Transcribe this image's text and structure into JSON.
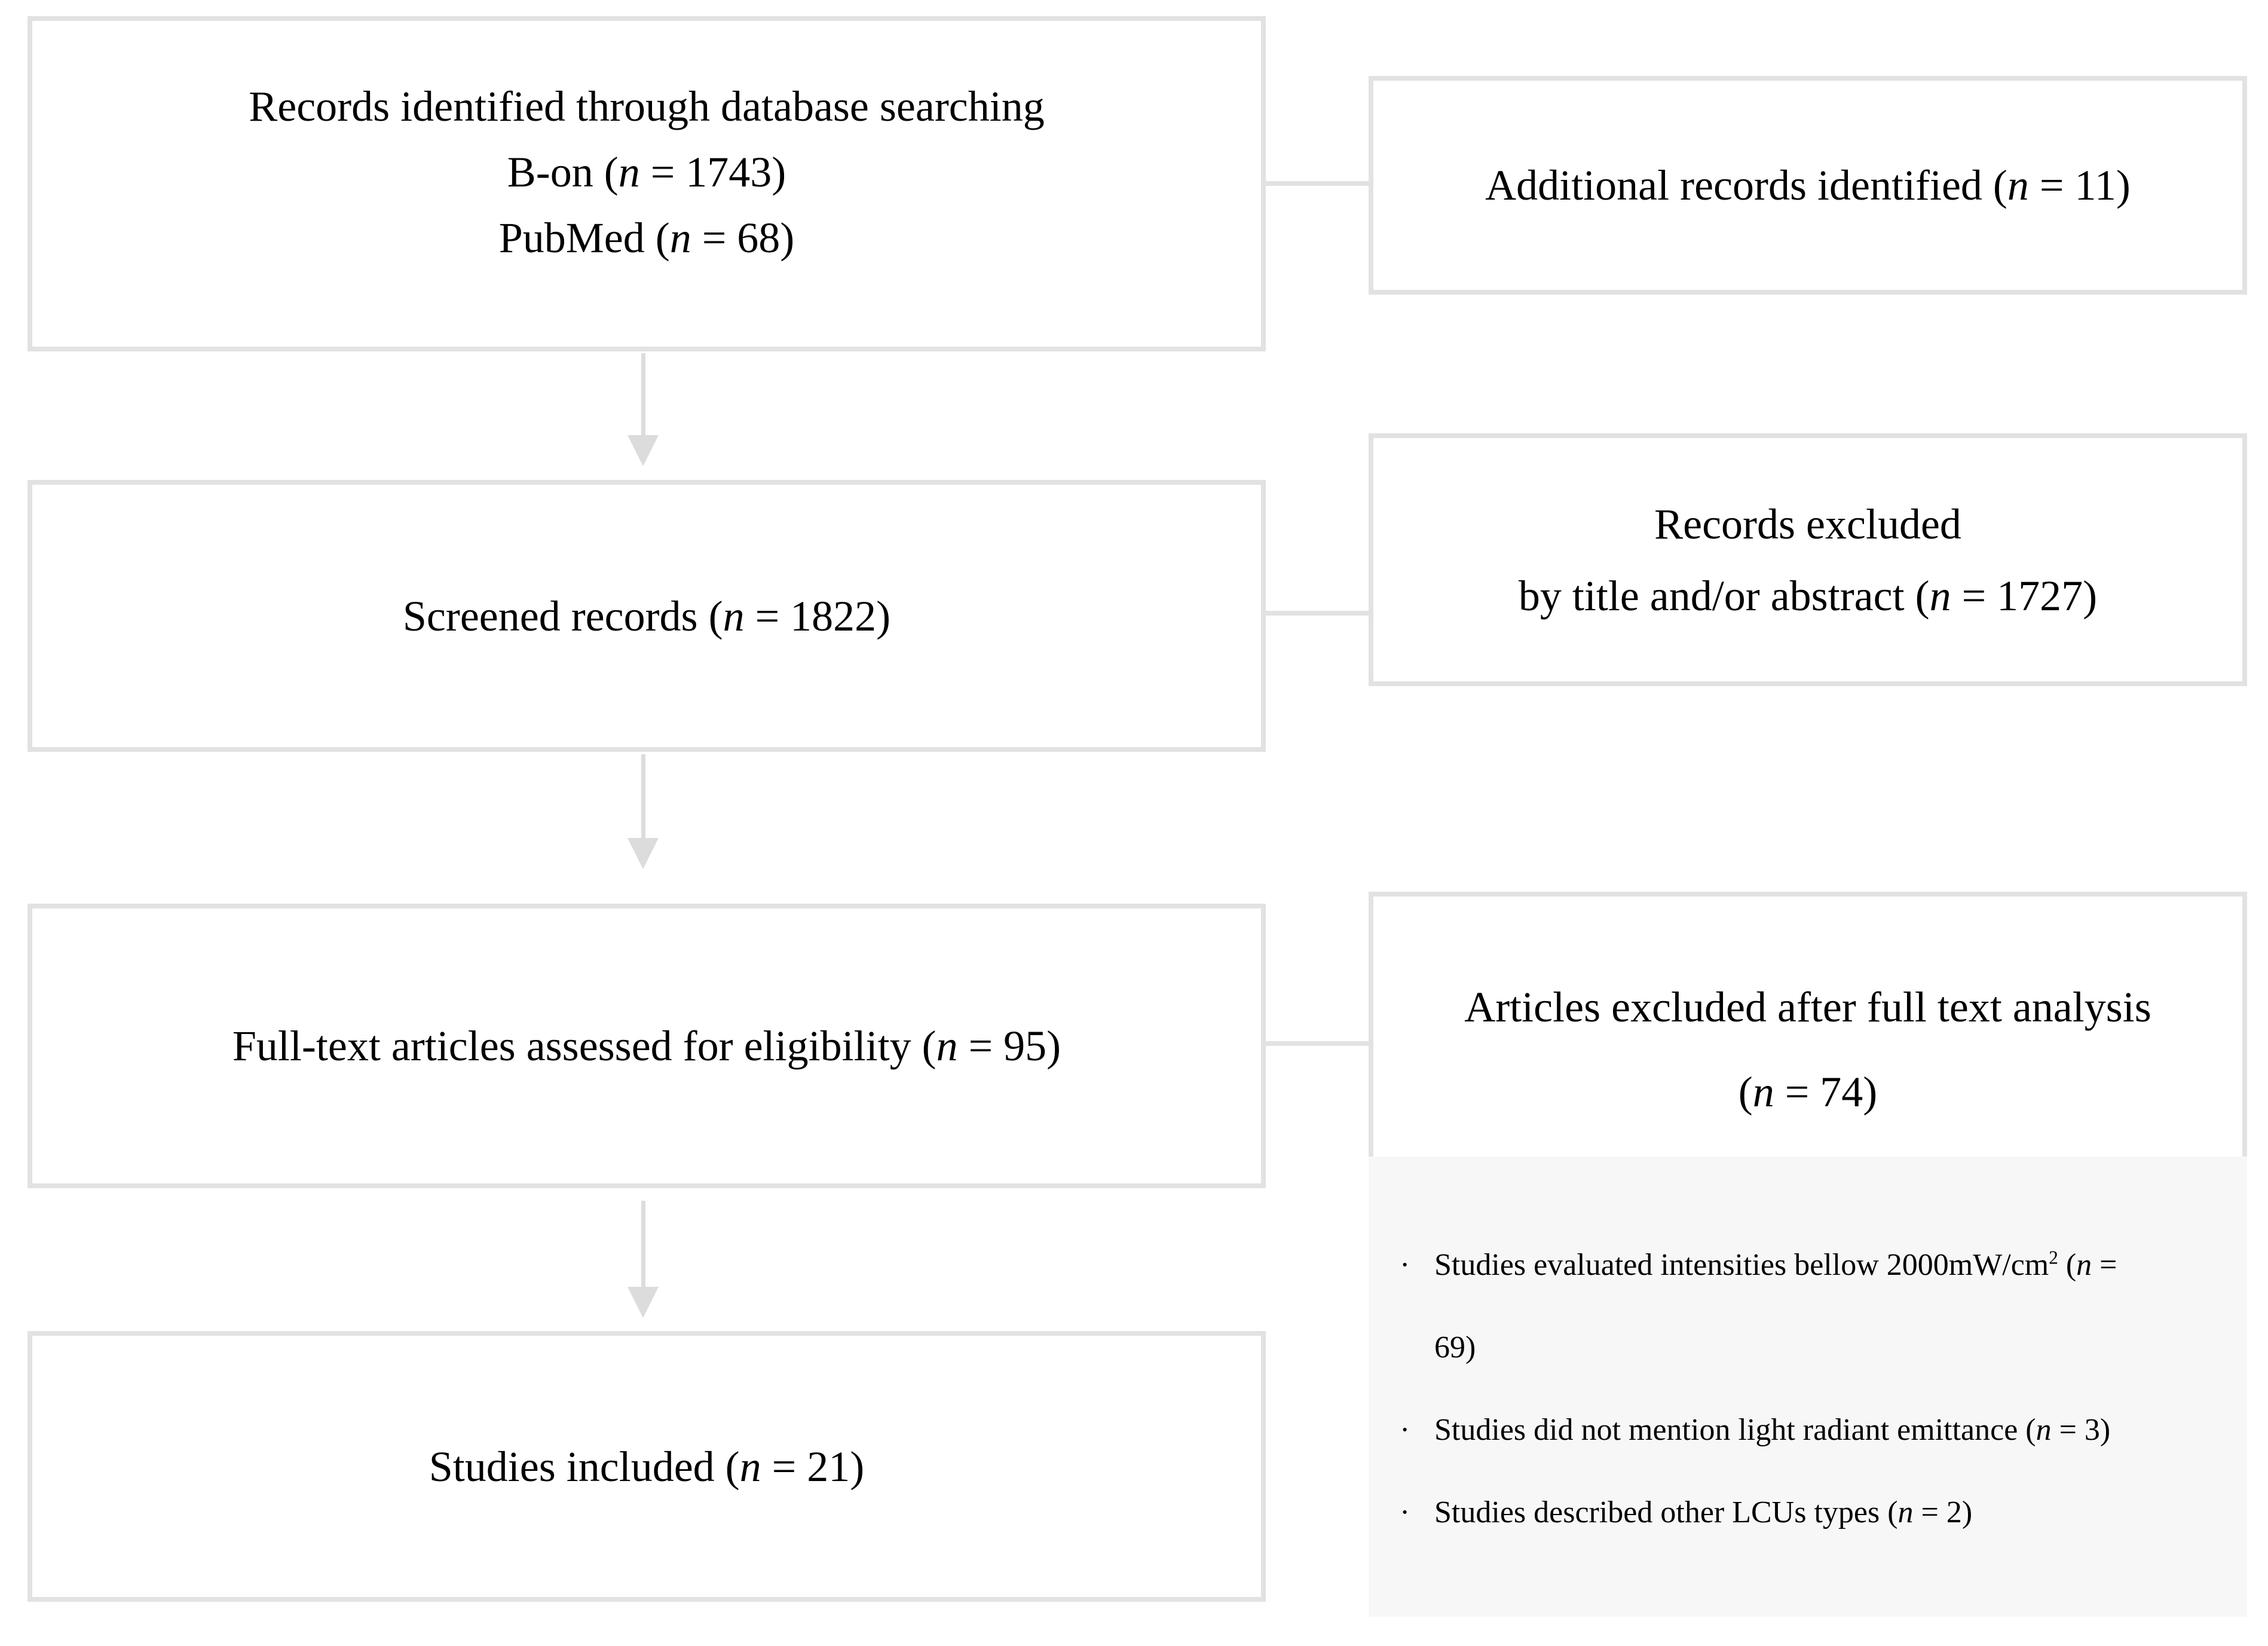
{
  "colors": {
    "box_border": "#e2e2e2",
    "arrow": "#dcdcdc",
    "reasons_panel_background": "#f7f7f7",
    "text": "#000000",
    "background": "#ffffff"
  },
  "bullet_glyph": "·",
  "boxes": {
    "identification": {
      "line1": "Records identified through database searching",
      "line2": {
        "pre": "B-on (",
        "it": "n",
        "post": " = 1743)"
      },
      "line3": {
        "pre": "PubMed (",
        "it": "n",
        "post": " = 68)"
      }
    },
    "additional": {
      "line1": {
        "pre": "Additional records identified (",
        "it": "n",
        "post": " = 11)"
      }
    },
    "screening": {
      "line1": {
        "pre": "Screened records (",
        "it": "n",
        "post": " = 1822)"
      }
    },
    "records_excluded": {
      "line1": "Records excluded",
      "line2": {
        "pre": "by title and/or abstract (",
        "it": "n",
        "post": " = 1727)"
      }
    },
    "eligibility": {
      "line1": {
        "pre": "Full-text articles assessed for eligibility (",
        "it": "n",
        "post": " = 95)"
      }
    },
    "fulltext_excluded": {
      "line1": "Articles excluded after full text analysis",
      "line2": {
        "pre": "(",
        "it": "n",
        "post": " = 74)"
      }
    },
    "included": {
      "line1": {
        "pre": "Studies included (",
        "it": "n",
        "post": " = 21)"
      }
    },
    "exclusion_reasons": {
      "item1": {
        "line1": {
          "pre": "Studies evaluated intensities bellow 2000mW/cm",
          "sup": "2",
          "mid": " (",
          "it": "n",
          "post": " ="
        },
        "line2": "69)"
      },
      "item2": {
        "line1": {
          "pre": "Studies did not mention light radiant emittance (",
          "it": "n",
          "post": " = 3)"
        }
      },
      "item3": {
        "line1": {
          "pre": "Studies described other LCUs types (",
          "it": "n",
          "post": " = 2)"
        }
      }
    }
  }
}
